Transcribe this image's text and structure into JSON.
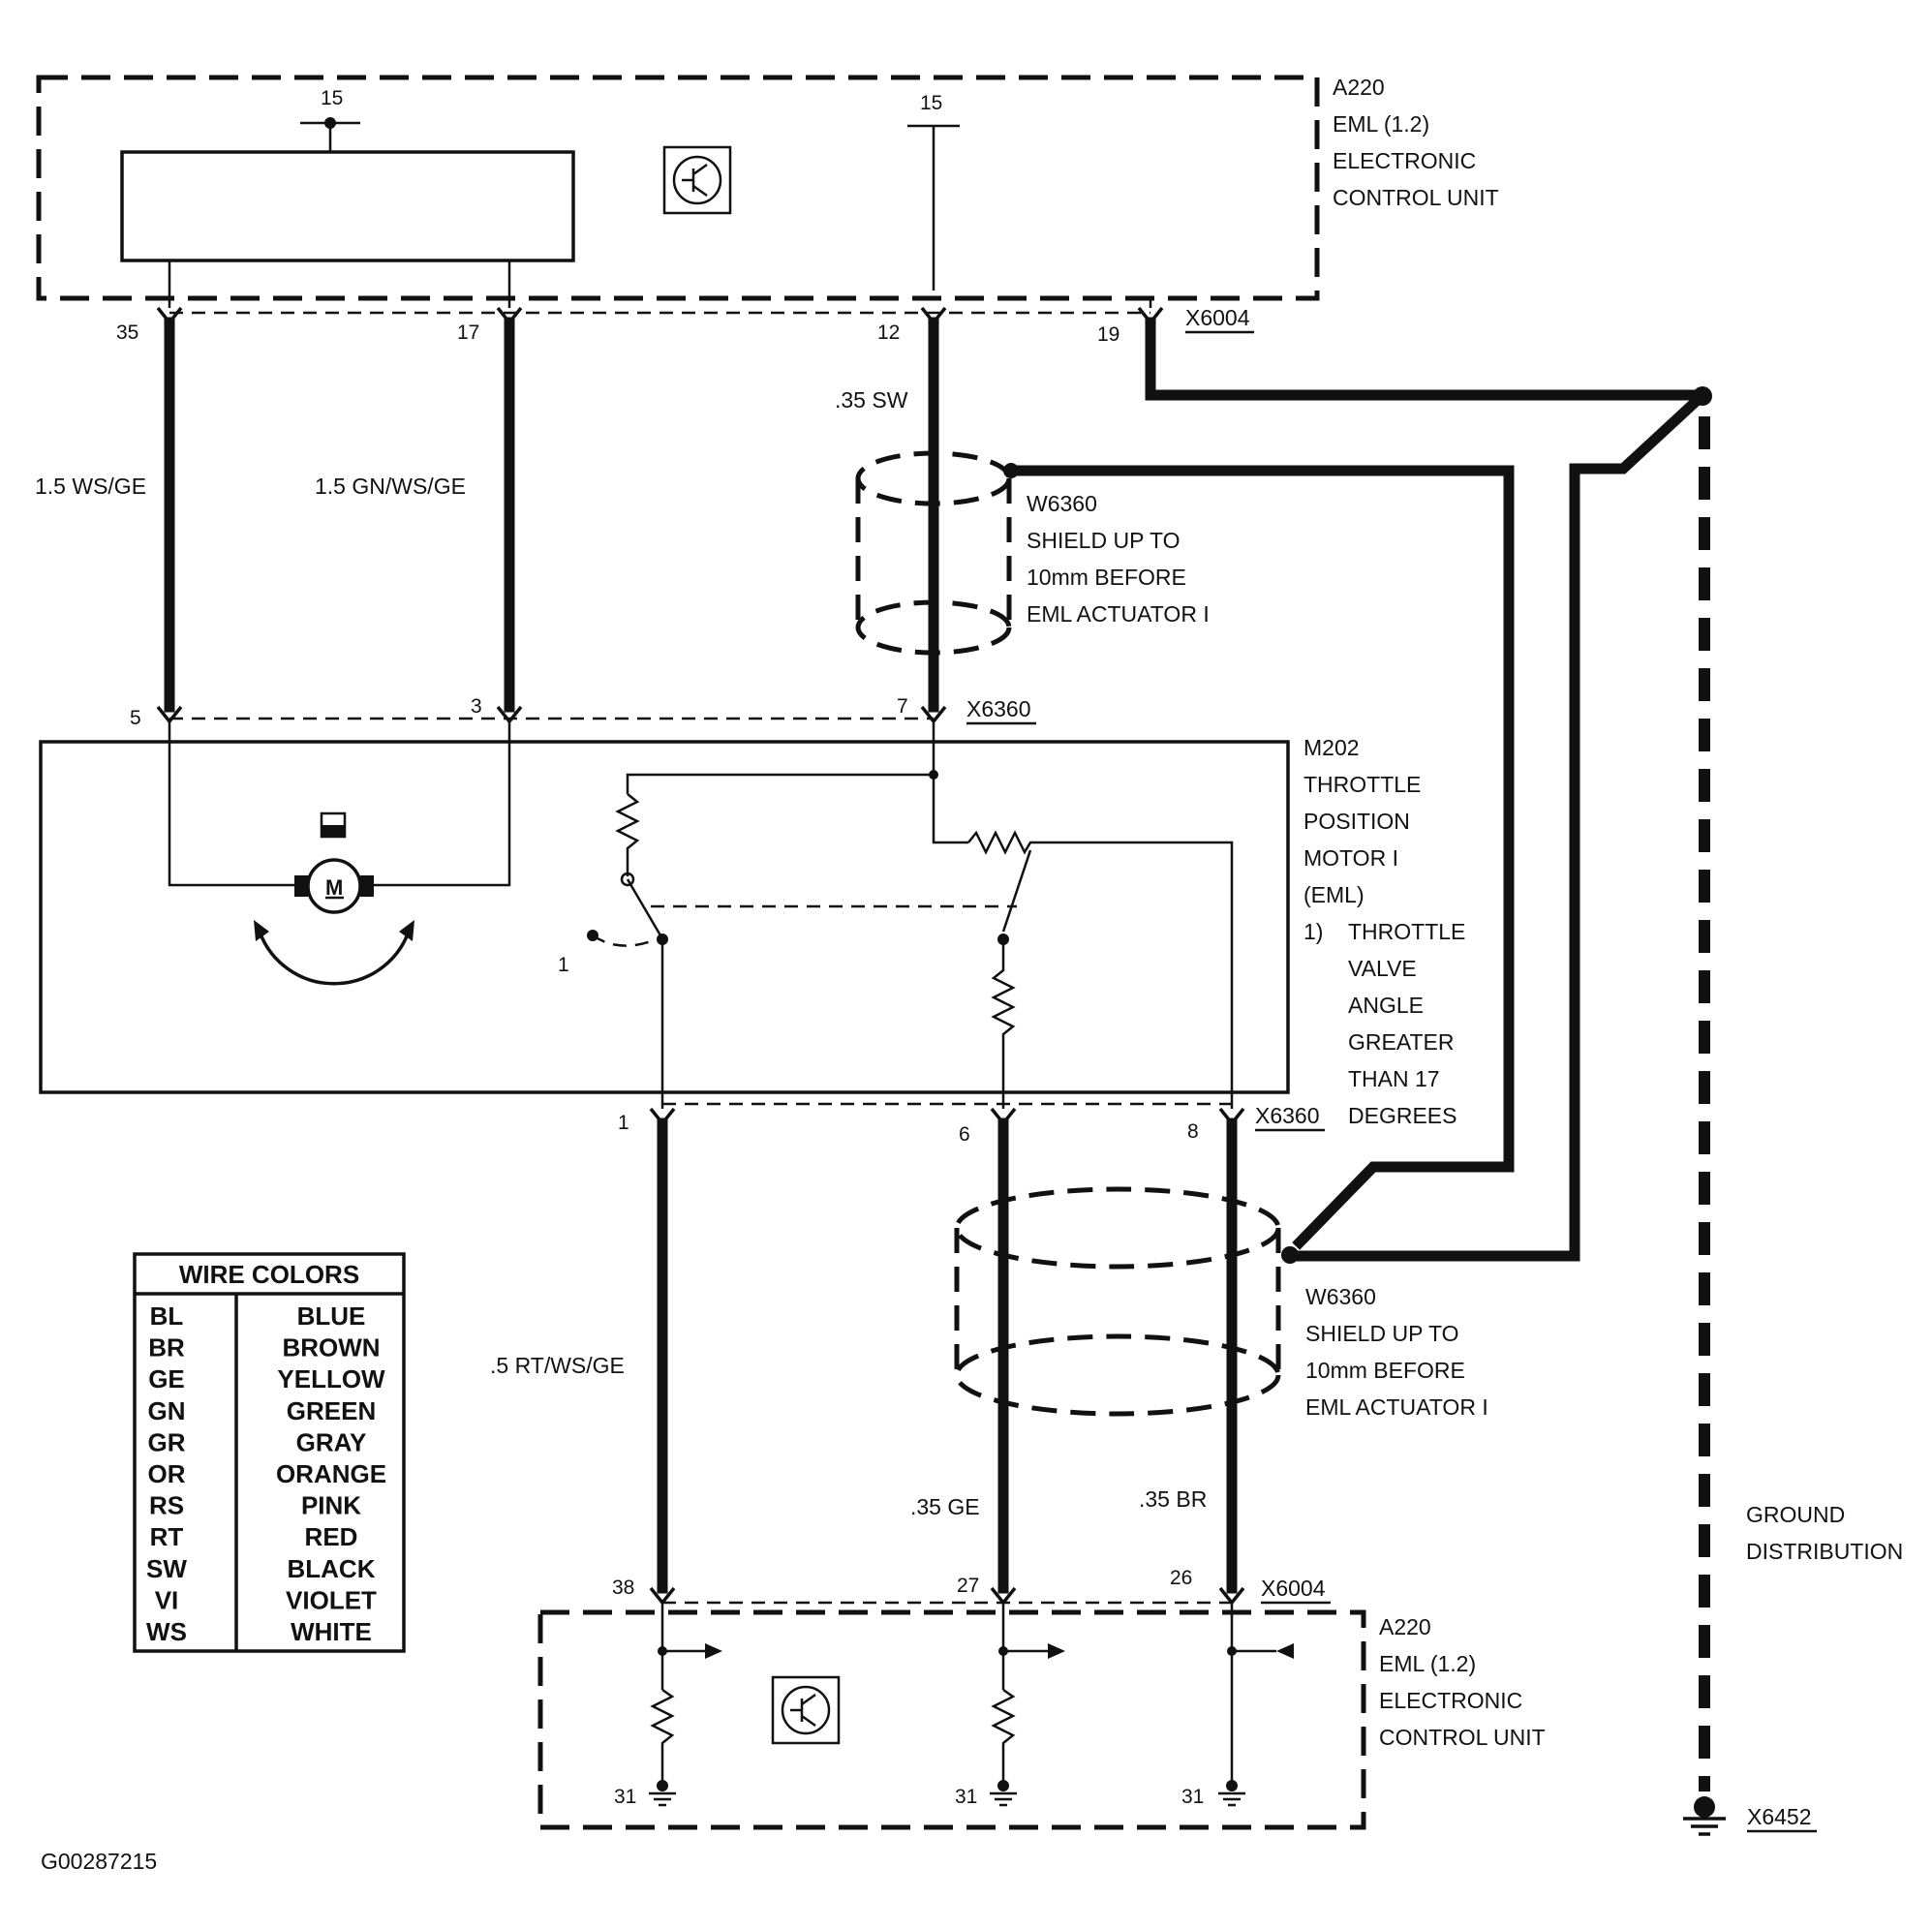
{
  "modules": {
    "ecu_top": {
      "code": "A220",
      "line1": "EML (1.2)",
      "line2": "ELECTRONIC",
      "line3": "CONTROL UNIT"
    },
    "ecu_bottom": {
      "code": "A220",
      "line1": "EML (1.2)",
      "line2": "ELECTRONIC",
      "line3": "CONTROL UNIT"
    },
    "motor": {
      "code": "M202",
      "line1": "THROTTLE",
      "line2": "POSITION",
      "line3": "MOTOR I",
      "line4": "(EML)",
      "note_num": "1)",
      "note1": "THROTTLE",
      "note2": "VALVE",
      "note3": "ANGLE",
      "note4": "GREATER",
      "note5": "THAN 17",
      "note6": "DEGREES"
    }
  },
  "shields": {
    "upper": {
      "code": "W6360",
      "line1": "SHIELD UP TO",
      "line2": "10mm BEFORE",
      "line3": "EML ACTUATOR I"
    },
    "lower": {
      "code": "W6360",
      "line1": "SHIELD UP TO",
      "line2": "10mm BEFORE",
      "line3": "EML ACTUATOR I"
    }
  },
  "connectors": {
    "x6004_top": "X6004",
    "x6360_top": "X6360",
    "x6360_bottom": "X6360",
    "x6004_bottom": "X6004",
    "x6452": "X6452"
  },
  "terminals": {
    "t15a": "15",
    "t15b": "15",
    "p35": "35",
    "p17": "17",
    "p12": "12",
    "p19": "19",
    "p5": "5",
    "p3": "3",
    "p7": "7",
    "p1": "1",
    "p6": "6",
    "p8": "8",
    "p38": "38",
    "p27": "27",
    "p26": "26",
    "g31a": "31",
    "g31b": "31",
    "g31c": "31",
    "switch1": "1"
  },
  "wires": {
    "w35": "1.5 WS/GE",
    "w17": "1.5 GN/WS/GE",
    "w12": ".35 SW",
    "w1": ".5 RT/WS/GE",
    "w6": ".35 GE",
    "w8": ".35 BR"
  },
  "ground": {
    "line1": "GROUND",
    "line2": "DISTRIBUTION"
  },
  "legend": {
    "title": "WIRE COLORS",
    "rows": [
      {
        "code": "BL",
        "color": "BLUE"
      },
      {
        "code": "BR",
        "color": "BROWN"
      },
      {
        "code": "GE",
        "color": "YELLOW"
      },
      {
        "code": "GN",
        "color": "GREEN"
      },
      {
        "code": "GR",
        "color": "GRAY"
      },
      {
        "code": "OR",
        "color": "ORANGE"
      },
      {
        "code": "RS",
        "color": "PINK"
      },
      {
        "code": "RT",
        "color": "RED"
      },
      {
        "code": "SW",
        "color": "BLACK"
      },
      {
        "code": "VI",
        "color": "VIOLET"
      },
      {
        "code": "WS",
        "color": "WHITE"
      }
    ]
  },
  "figure_id": "G00287215"
}
